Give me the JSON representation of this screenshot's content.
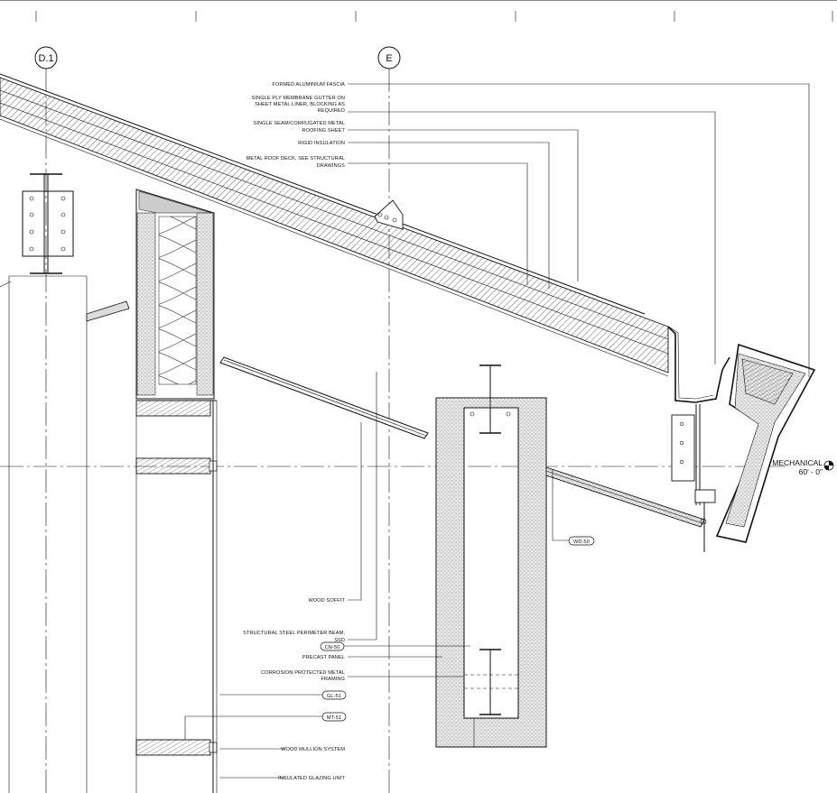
{
  "grid_lines": [
    {
      "id": "D.1",
      "label": "D.1"
    },
    {
      "id": "E",
      "label": "E"
    }
  ],
  "level": {
    "name": "MECHANICAL",
    "elevation": "60' - 0\""
  },
  "notes": {
    "fascia": [
      "FORMED ALUMINIUM FASCIA"
    ],
    "gutter": [
      "SINGLE PLY MEMBRANE GUTTER ON",
      "SHEET METAL LINER, BLOCKING AS",
      "REQUIRED"
    ],
    "roofing": [
      "SINGLE SEAM/CORRUGATED METAL",
      "ROOFING SHEET"
    ],
    "insulation": [
      "RIGID INSULATION"
    ],
    "deck": [
      "METAL ROOF DECK, SEE STRUCTURAL",
      "DRAWINGS"
    ],
    "soffit": [
      "WOOD SOFFIT"
    ],
    "beam": [
      "STRUCTURAL STEEL PERIMETER BEAM,",
      "SSD"
    ],
    "precast": [
      "PRECAST PANEL"
    ],
    "framing": [
      "CORROSION PROTECTED METAL",
      "FRAMING"
    ],
    "mullion": [
      "WOOD MULLION SYSTEM"
    ],
    "igu": [
      "INSULATED GLAZING UNIT"
    ]
  },
  "tags": {
    "cn50": "CN-50",
    "gl51": "GL-51",
    "mt51": "MT-51",
    "wd50": "WD-50"
  }
}
